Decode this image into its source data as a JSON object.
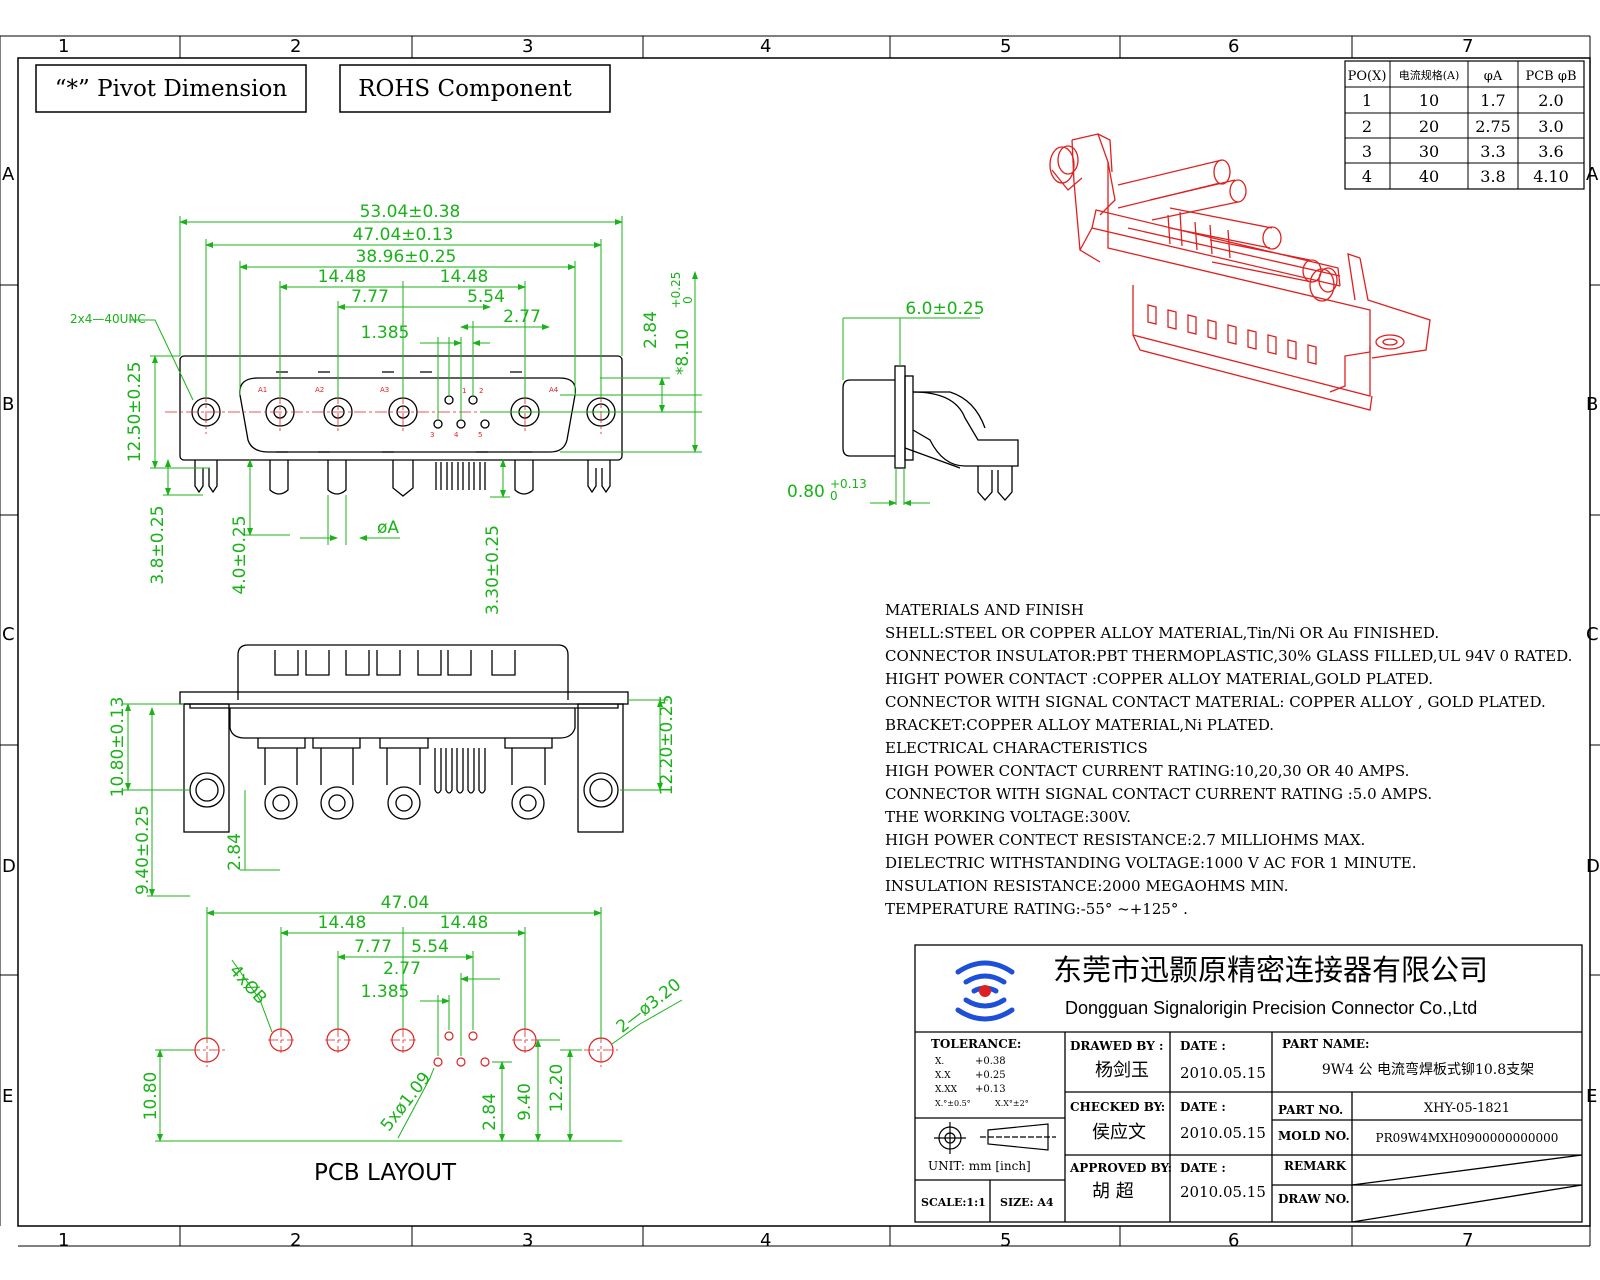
{
  "border": {
    "columns": [
      "1",
      "2",
      "3",
      "4",
      "5",
      "6",
      "7"
    ],
    "rows": [
      "A",
      "B",
      "C",
      "D",
      "E"
    ]
  },
  "badges": {
    "pivot": "“*” Pivot Dimension",
    "rohs": "ROHS Component"
  },
  "rating_table": {
    "headers": [
      "PO(X)",
      "电流规格(A)",
      "φA",
      "PCB φB"
    ],
    "rows": [
      [
        "1",
        "10",
        "1.7",
        "2.0"
      ],
      [
        "2",
        "20",
        "2.75",
        "3.0"
      ],
      [
        "3",
        "30",
        "3.3",
        "3.6"
      ],
      [
        "4",
        "40",
        "3.8",
        "4.10"
      ]
    ]
  },
  "front_view": {
    "overall": "53.04±0.38",
    "mount": "47.04±0.13",
    "shell": "38.96±0.25",
    "pitch_left": "14.48",
    "pitch_right": "14.48",
    "d_777": "7.77",
    "d_554": "5.54",
    "d_277": "2.77",
    "d_1385": "1.385",
    "thread": "2x4—40UNC",
    "height": "12.50±0.25",
    "d_284": "2.84",
    "d_810": "*8.10",
    "d_810_tol": "+0.25",
    "d_810_tol2": "0",
    "pin_a": "øA",
    "leg1": "3.8±0.25",
    "leg2": "4.0±0.25",
    "leg3": "3.30±0.25",
    "pin_labels": [
      "A1",
      "A2",
      "A3",
      "1",
      "2",
      "3",
      "4",
      "5",
      "A4"
    ]
  },
  "side_view": {
    "top": "6.0±0.25",
    "thick": "0.80",
    "thick_tol": "+0.13",
    "thick_tol2": "0"
  },
  "bottom_view": {
    "d1": "10.80±0.13",
    "d2": "9.40±0.25",
    "d3": "2.84",
    "d4": "12.20±0.25"
  },
  "pcb_layout": {
    "title": "PCB LAYOUT",
    "overall": "47.04",
    "pitch_left": "14.48",
    "pitch_right": "14.48",
    "d_777": "7.77",
    "d_554": "5.54",
    "d_277": "2.77",
    "d_1385": "1.385",
    "holes_b": "4xØB",
    "mount": "2—ø3.20",
    "signal": "5xø1.09",
    "v1": "10.80",
    "v2": "2.84",
    "v3": "9.40",
    "v4": "12.20"
  },
  "notes": [
    "MATERIALS AND  FINISH",
    "SHELL:STEEL OR COPPER ALLOY MATERIAL,Tin/Ni OR Au FINISHED.",
    "CONNECTOR INSULATOR:PBT THERMOPLASTIC,30% GLASS FILLED,UL 94V 0 RATED.",
    "HIGHT POWER CONTACT :COPPER ALLOY MATERIAL,GOLD PLATED.",
    "CONNECTOR WITH SIGNAL CONTACT MATERIAL: COPPER ALLOY , GOLD PLATED.",
    "BRACKET:COPPER ALLOY MATERIAL,Ni PLATED.",
    "ELECTRICAL CHARACTERISTICS",
    "HIGH POWER CONTACT CURRENT RATING:10,20,30 OR 40 AMPS.",
    "CONNECTOR WITH SIGNAL CONTACT CURRENT RATING :5.0 AMPS.",
    "THE WORKING VOLTAGE:300V.",
    "HIGH POWER CONTECT RESISTANCE:2.7 MILLIOHMS MAX.",
    "DIELECTRIC WITHSTANDING VOLTAGE:1000 V AC FOR 1 MINUTE.",
    "INSULATION RESISTANCE:2000 MEGAOHMS MIN.",
    "TEMPERATURE RATING:-55° ~+125° ."
  ],
  "title_block": {
    "company_cn": "东莞市迅颢原精密连接器有限公司",
    "company_en": "Dongguan Signalorigin Precision Connector Co.,Ltd",
    "tolerance_label": "TOLERANCE:",
    "tol_rows": [
      [
        "X.",
        "+0.38"
      ],
      [
        "X.X",
        "+0.25"
      ],
      [
        "X.XX",
        "+0.13"
      ],
      [
        "X.°±0.5°",
        "X.X°±2°"
      ]
    ],
    "drawed_by_label": "DRAWED BY :",
    "drawed_by": "杨剑玉",
    "checked_by_label": "CHECKED BY:",
    "checked_by": "侯应文",
    "approved_by_label": "APPROVED BY:",
    "approved_by": "胡  超",
    "date_label": "DATE :",
    "date1": "2010.05.15",
    "date2": "2010.05.15",
    "date3": "2010.05.15",
    "part_name_label": "PART NAME:",
    "part_name": "9W4 公 电流弯焊板式铆10.8支架",
    "part_no_label": "PART NO.",
    "part_no": "XHY-05-1821",
    "mold_no_label": "MOLD NO.",
    "mold_no": "PR09W4MXH0900000000000",
    "remark_label": "REMARK",
    "draw_no_label": "DRAW NO.",
    "unit": "UNIT: mm [inch]",
    "scale": "SCALE:1:1",
    "size": "SIZE: A4"
  },
  "colors": {
    "dimension": "#19b319",
    "outline": "#000000",
    "render": "#e02020",
    "logo": "#1d4fd8"
  }
}
